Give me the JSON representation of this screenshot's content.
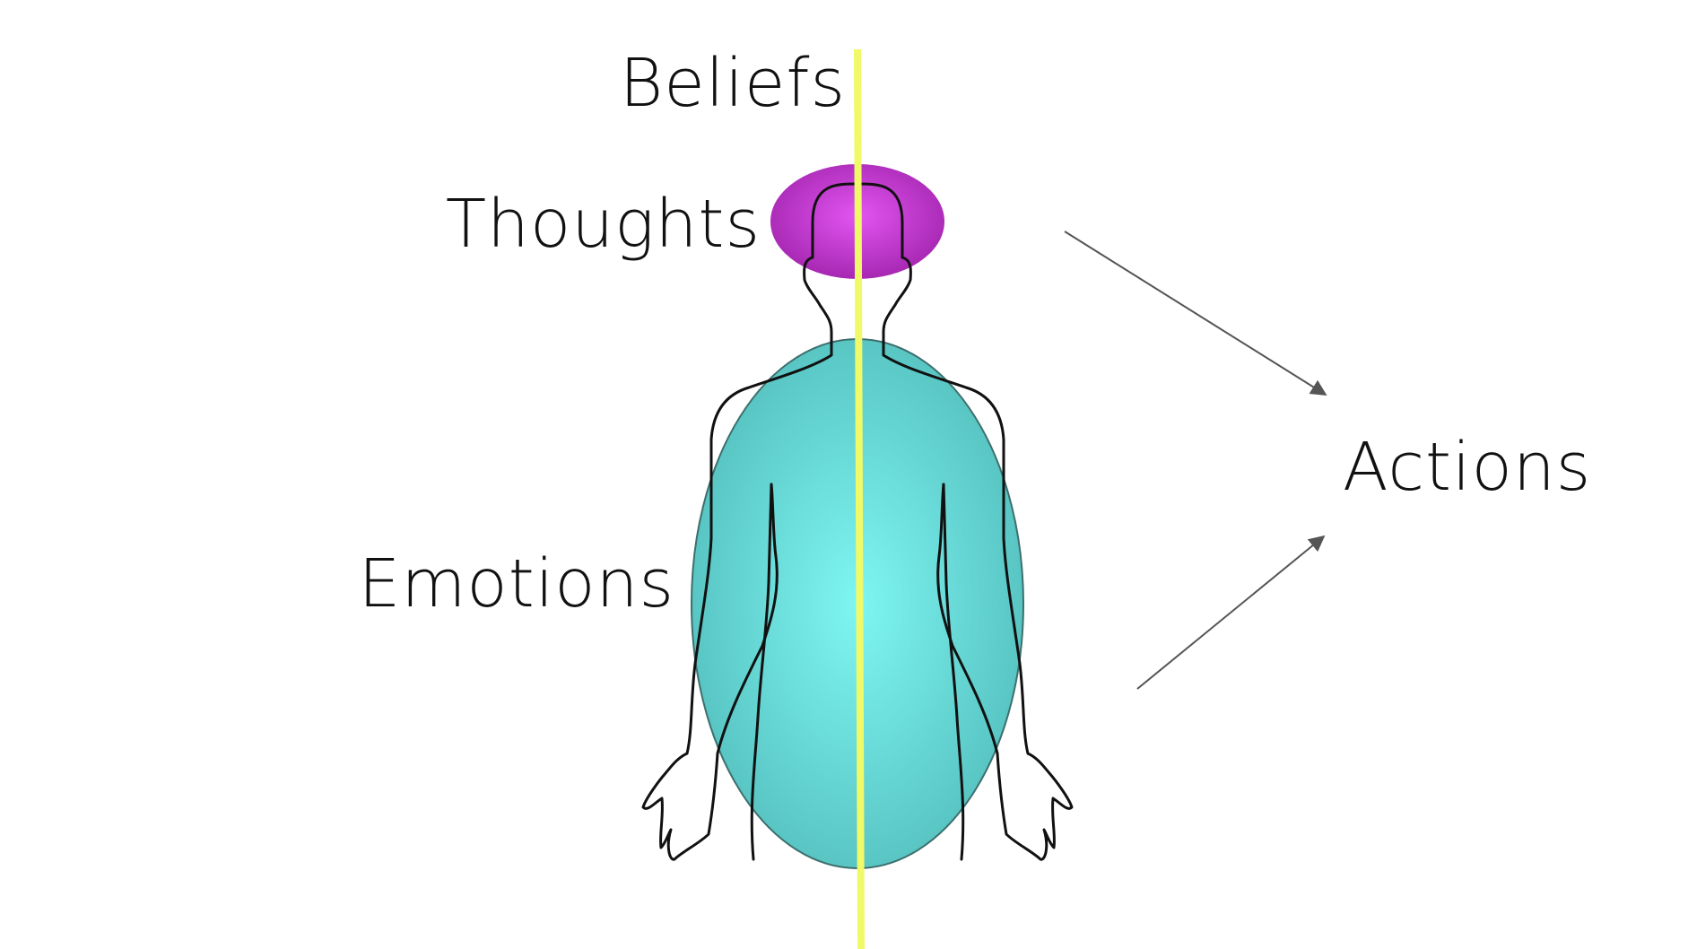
{
  "labels": {
    "beliefs": "Beliefs",
    "thoughts": "Thoughts",
    "emotions": "Emotions",
    "actions": "Actions"
  },
  "colors": {
    "background": "#ffffff",
    "thoughts_center": "#e255f0",
    "thoughts_edge": "#a728b3",
    "emotions_center": "#7ff6f3",
    "emotions_edge": "#55c1bf",
    "beliefs_line": "#f0fa68",
    "outline": "#111111",
    "arrow": "#555555"
  },
  "icons": {
    "figure": "human-silhouette-back-icon",
    "arrow_head": "arrow-head-icon"
  }
}
